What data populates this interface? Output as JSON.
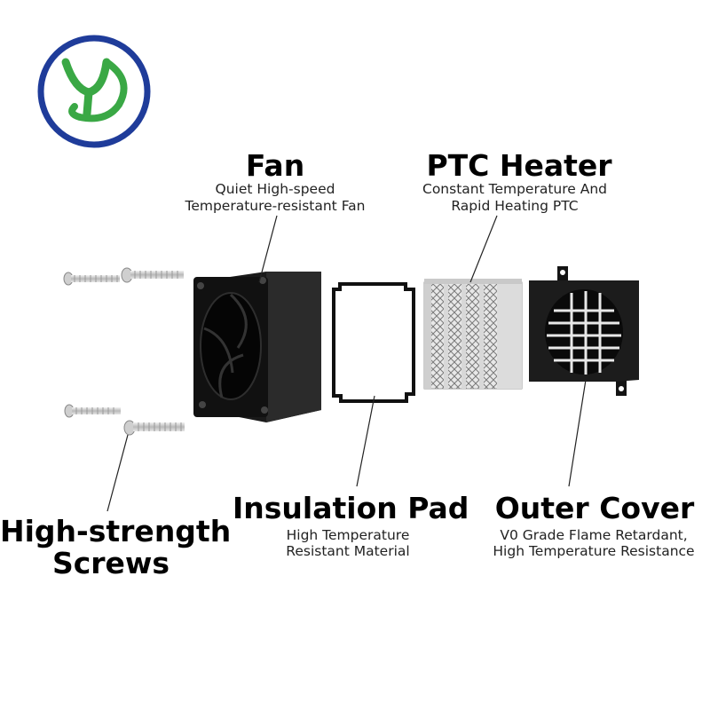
{
  "logo": {
    "letters": "YD",
    "ring_color": "#1f3c9a",
    "letter_color": "#3aa845"
  },
  "components": {
    "fan": {
      "title": "Fan",
      "desc1": "Quiet High-speed",
      "desc2": "Temperature-resistant Fan"
    },
    "ptc": {
      "title": "PTC Heater",
      "desc1": "Constant Temperature And",
      "desc2": "Rapid Heating PTC"
    },
    "screws": {
      "title1": "High-strength",
      "title2": "Screws"
    },
    "pad": {
      "title": "Insulation Pad",
      "desc1": "High Temperature",
      "desc2": "Resistant Material"
    },
    "cover": {
      "title": "Outer Cover",
      "desc1": "V0 Grade Flame Retardant,",
      "desc2": "High Temperature Resistance"
    }
  }
}
